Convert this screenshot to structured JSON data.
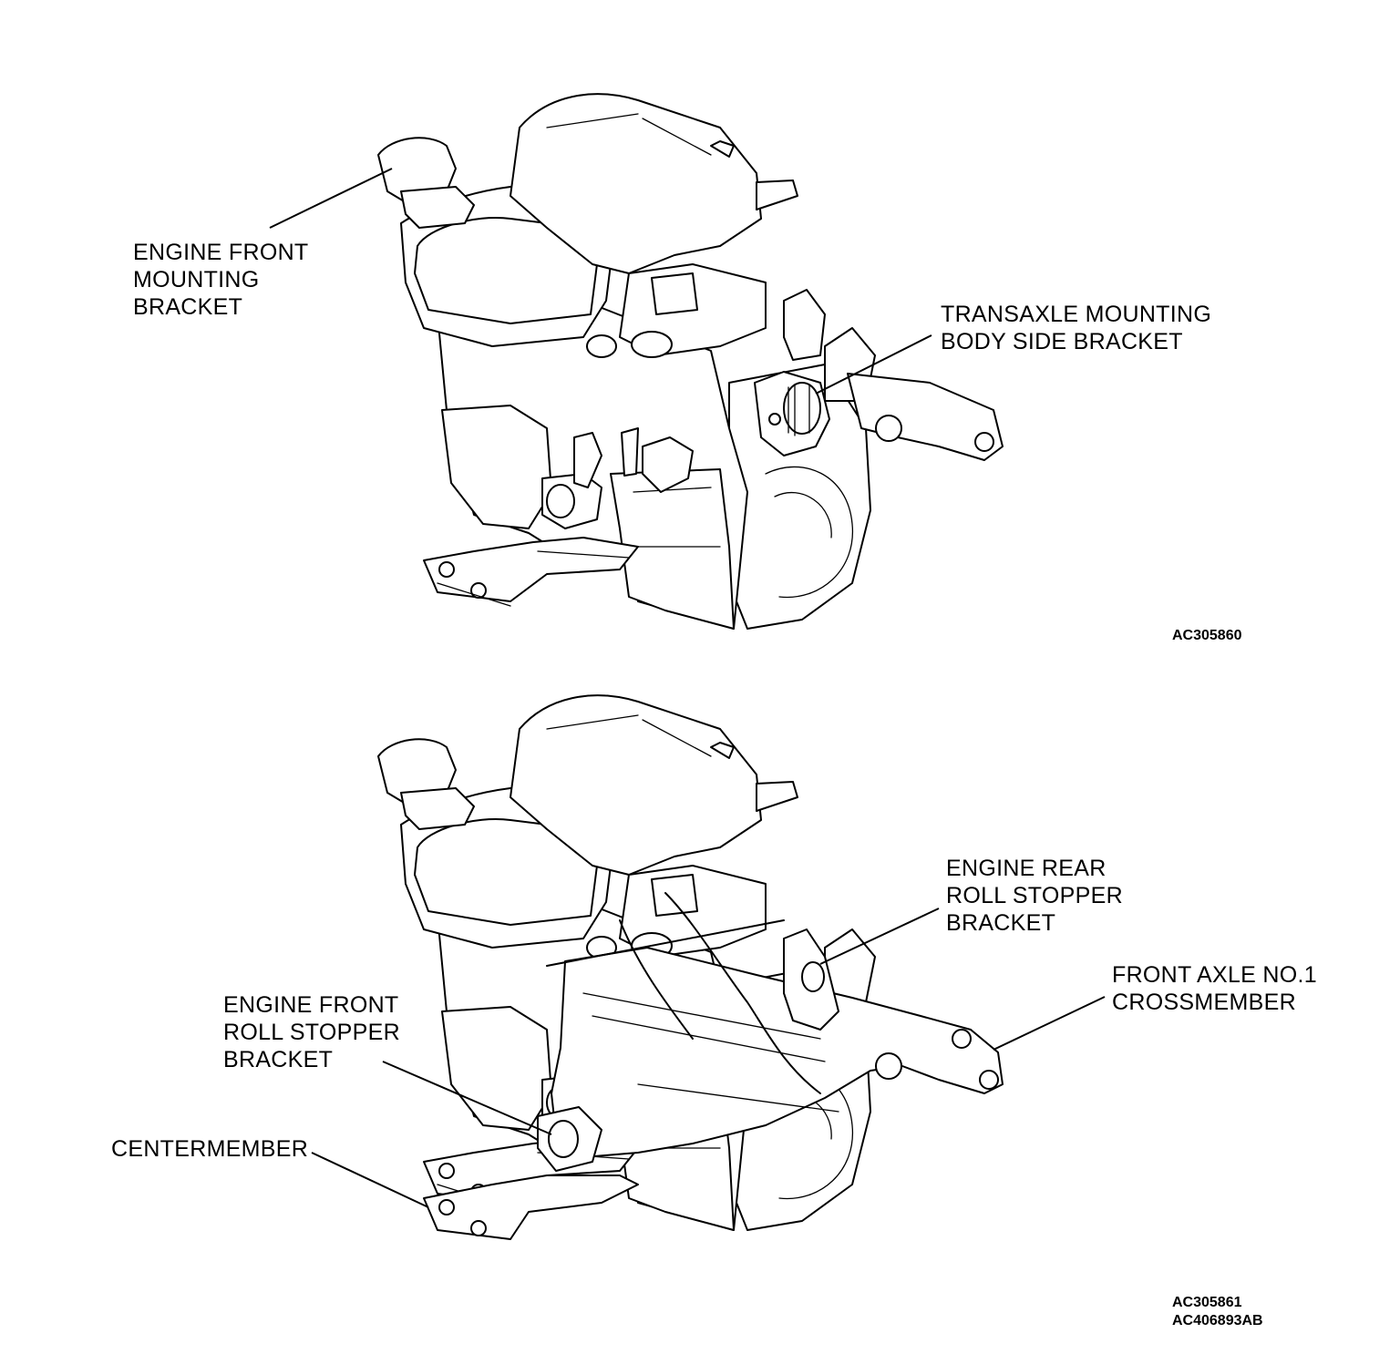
{
  "figure_top": {
    "code": "AC305860",
    "labels": {
      "engine_front_mounting_bracket": [
        "ENGINE FRONT",
        "MOUNTING",
        "BRACKET"
      ],
      "transaxle_mounting_body_side_bracket": [
        "TRANSAXLE MOUNTING",
        "BODY SIDE BRACKET"
      ]
    }
  },
  "figure_bottom": {
    "codes": [
      "AC305861",
      "AC406893AB"
    ],
    "labels": {
      "engine_rear_roll_stopper_bracket": [
        "ENGINE REAR",
        "ROLL STOPPER",
        "BRACKET"
      ],
      "front_axle_no1_crossmember": [
        "FRONT AXLE NO.1",
        "CROSSMEMBER"
      ],
      "engine_front_roll_stopper_bracket": [
        "ENGINE FRONT",
        "ROLL STOPPER",
        "BRACKET"
      ],
      "centermember": [
        "CENTERMEMBER"
      ]
    }
  }
}
